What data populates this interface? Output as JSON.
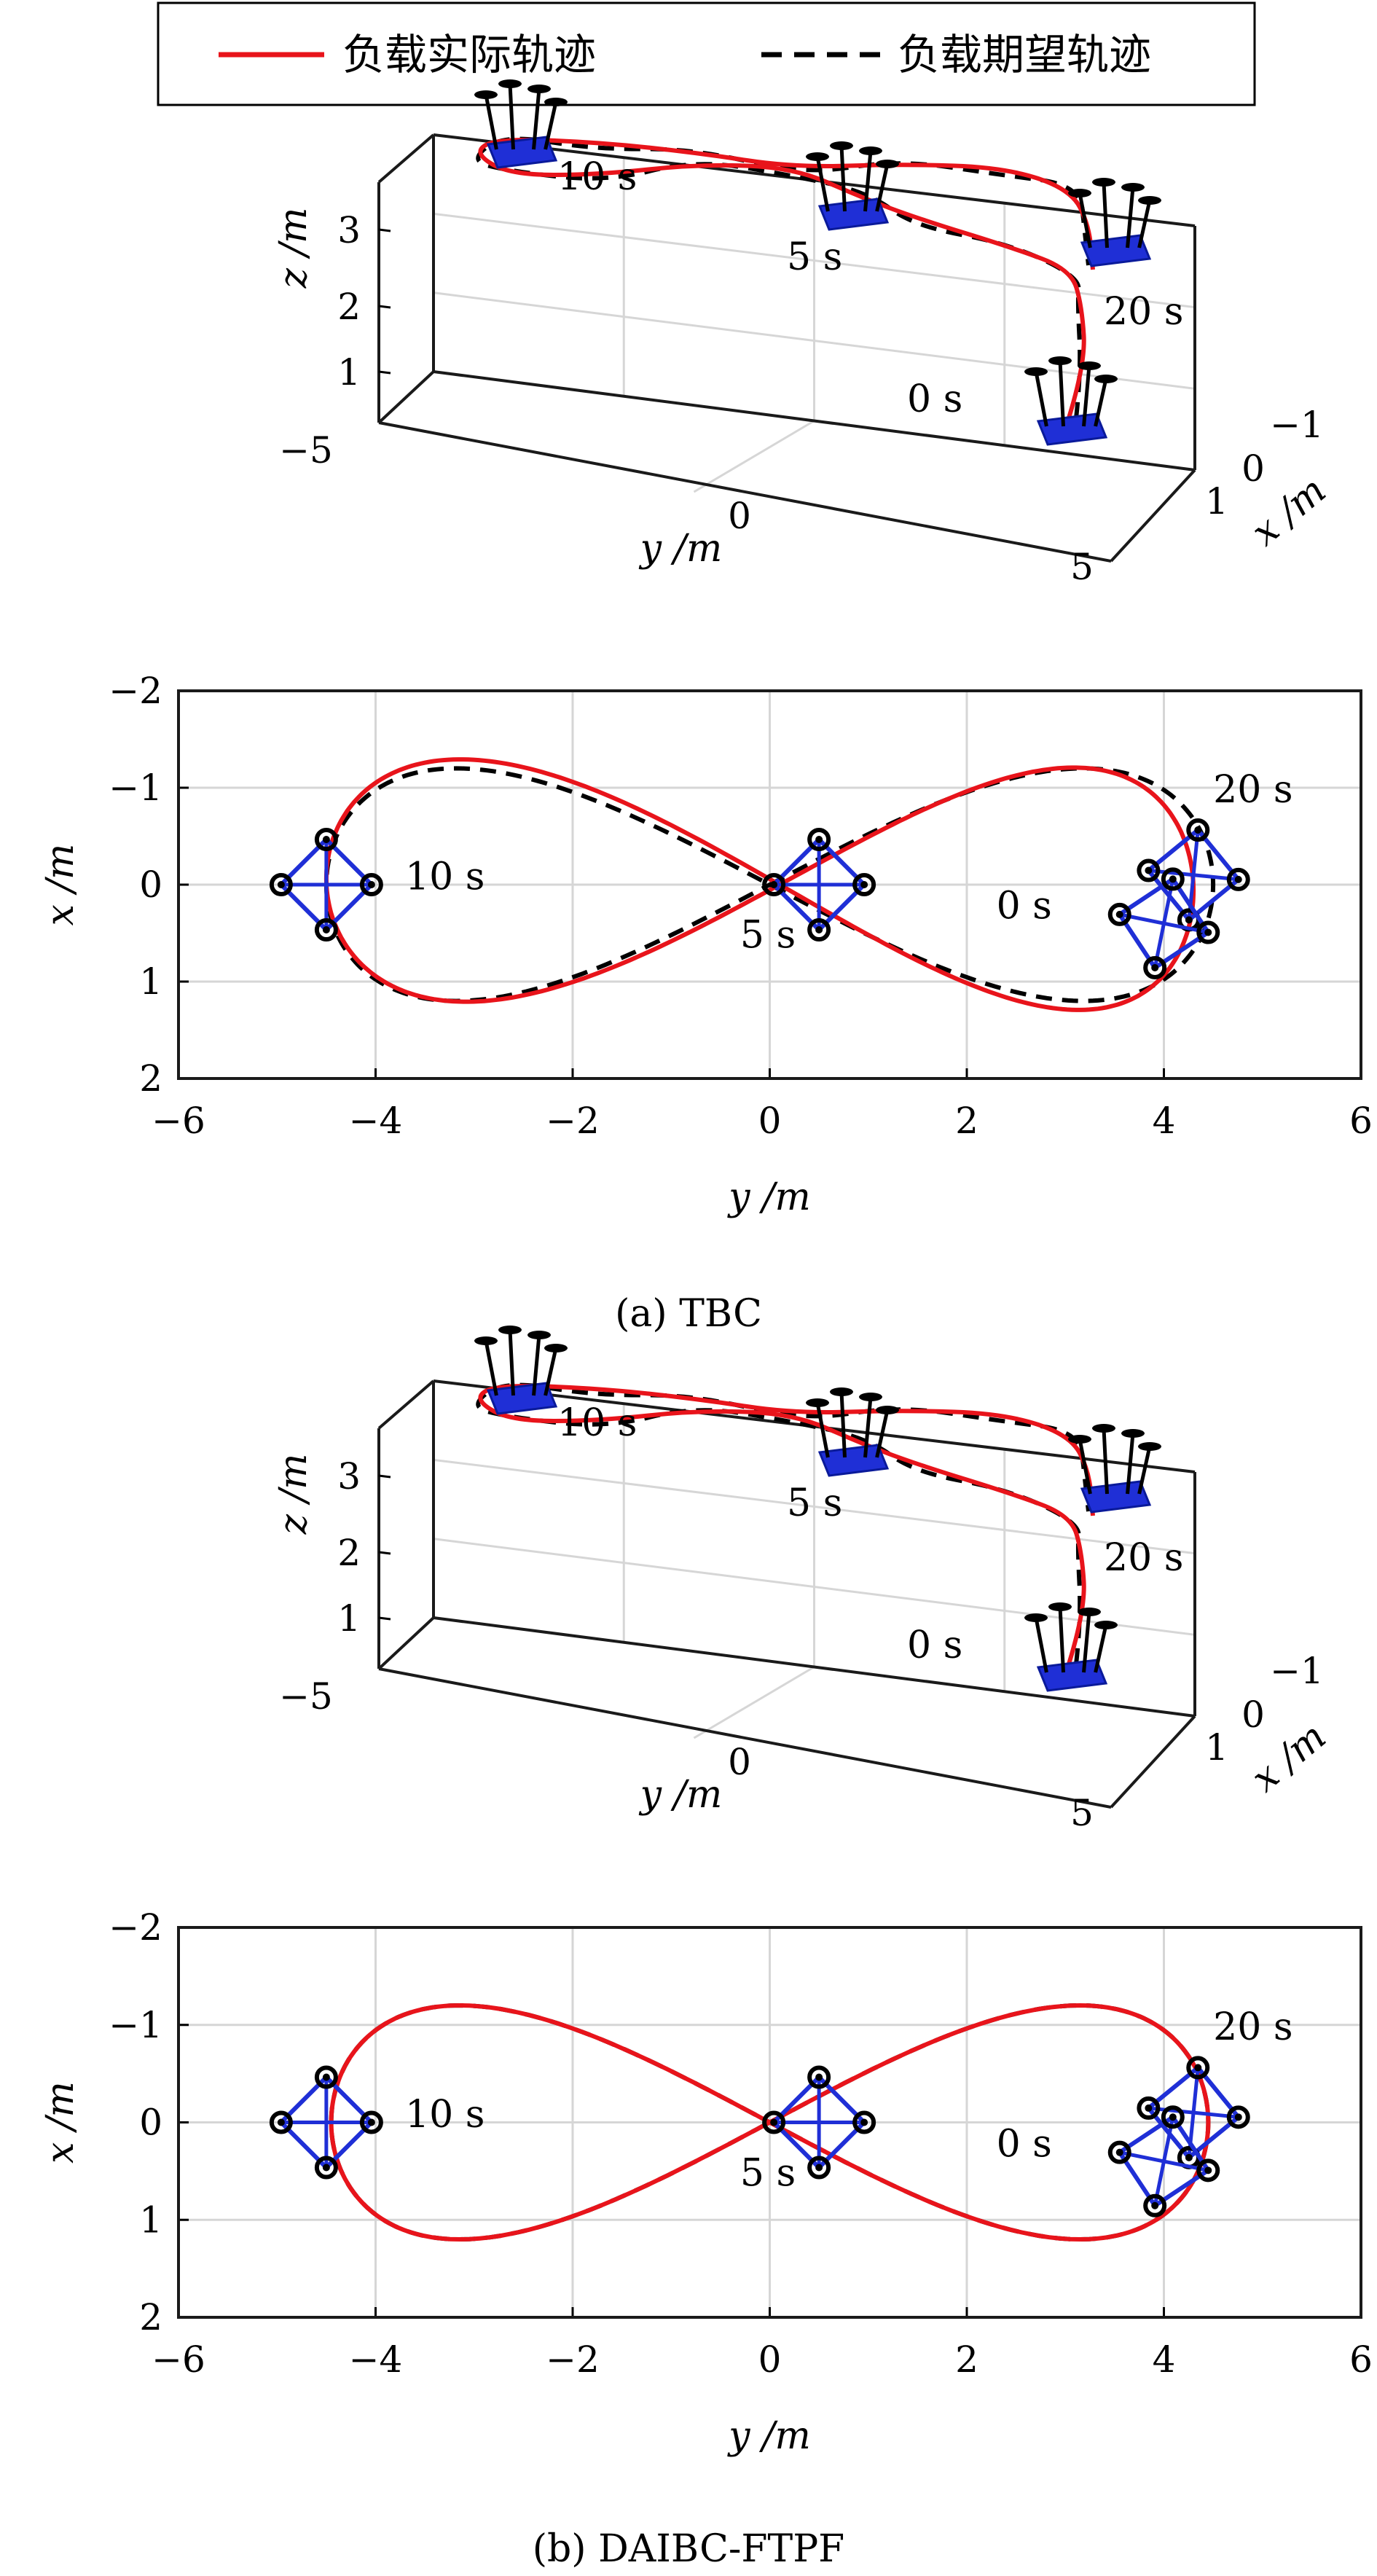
{
  "legend": {
    "actual_label": "负载实际轨迹",
    "desired_label": "负载期望轨迹",
    "actual_color": "#e8141b",
    "desired_color": "#000000"
  },
  "colors": {
    "quad_body": "#1f2fd6",
    "rotor": "#000000",
    "grid": "#d6d6d6"
  },
  "captions": [
    "(a) TBC",
    "(b) DAIBC-FTPF"
  ],
  "chart_data": [
    {
      "type": "line",
      "panel": "a-3d",
      "xlabel": "y /m",
      "ylabel": "z /m",
      "zlabel": "x /m",
      "y_ticks": [
        "−5",
        "0",
        "5"
      ],
      "z_ticks": [
        "1",
        "2",
        "3"
      ],
      "x_ticks": [
        "−1",
        "0",
        "1"
      ],
      "time_labels": [
        "10 s",
        "5 s",
        "20 s",
        "0 s"
      ],
      "series": [
        {
          "name": "负载实际轨迹",
          "style": "solid"
        },
        {
          "name": "负载期望轨迹",
          "style": "dashed"
        }
      ]
    },
    {
      "type": "line",
      "panel": "a-top",
      "xlabel": "y /m",
      "ylabel": "x /m",
      "xlim": [
        -6,
        6
      ],
      "ylim": [
        -2,
        2
      ],
      "y_inverted": true,
      "grid": true,
      "x_ticks": [
        "−6",
        "−4",
        "−2",
        "0",
        "2",
        "4",
        "6"
      ],
      "y_ticks": [
        "−2",
        "−1",
        "0",
        "1",
        "2"
      ],
      "time_labels": [
        "20 s",
        "10 s",
        "0 s",
        "5 s"
      ],
      "series": [
        {
          "name": "负载实际轨迹",
          "style": "solid",
          "y_amplitude": 4.4,
          "x_amplitude": 1.25,
          "skew": 0.4
        },
        {
          "name": "负载期望轨迹",
          "style": "dashed",
          "y_amplitude": 4.5,
          "x_amplitude": 1.2,
          "skew": 0.0
        }
      ]
    },
    {
      "type": "line",
      "panel": "b-3d",
      "xlabel": "y /m",
      "ylabel": "z /m",
      "zlabel": "x /m",
      "y_ticks": [
        "−5",
        "0",
        "5"
      ],
      "z_ticks": [
        "1",
        "2",
        "3"
      ],
      "x_ticks": [
        "−1",
        "0",
        "1"
      ],
      "time_labels": [
        "10 s",
        "5 s",
        "20 s",
        "0 s"
      ],
      "series": [
        {
          "name": "负载实际轨迹",
          "style": "solid"
        },
        {
          "name": "负载期望轨迹",
          "style": "dashed"
        }
      ]
    },
    {
      "type": "line",
      "panel": "b-top",
      "xlabel": "y /m",
      "ylabel": "x /m",
      "xlim": [
        -6,
        6
      ],
      "ylim": [
        -2,
        2
      ],
      "y_inverted": true,
      "grid": true,
      "x_ticks": [
        "−6",
        "−4",
        "−2",
        "0",
        "2",
        "4",
        "6"
      ],
      "y_ticks": [
        "−2",
        "−1",
        "0",
        "1",
        "2"
      ],
      "time_labels": [
        "20 s",
        "10 s",
        "0 s",
        "5 s"
      ],
      "series": [
        {
          "name": "负载实际轨迹",
          "style": "solid",
          "y_amplitude": 4.45,
          "x_amplitude": 1.2,
          "skew": 0.0
        },
        {
          "name": "负载期望轨迹",
          "style": "dashed",
          "y_amplitude": 4.45,
          "x_amplitude": 1.2,
          "skew": 0.0
        }
      ]
    }
  ]
}
